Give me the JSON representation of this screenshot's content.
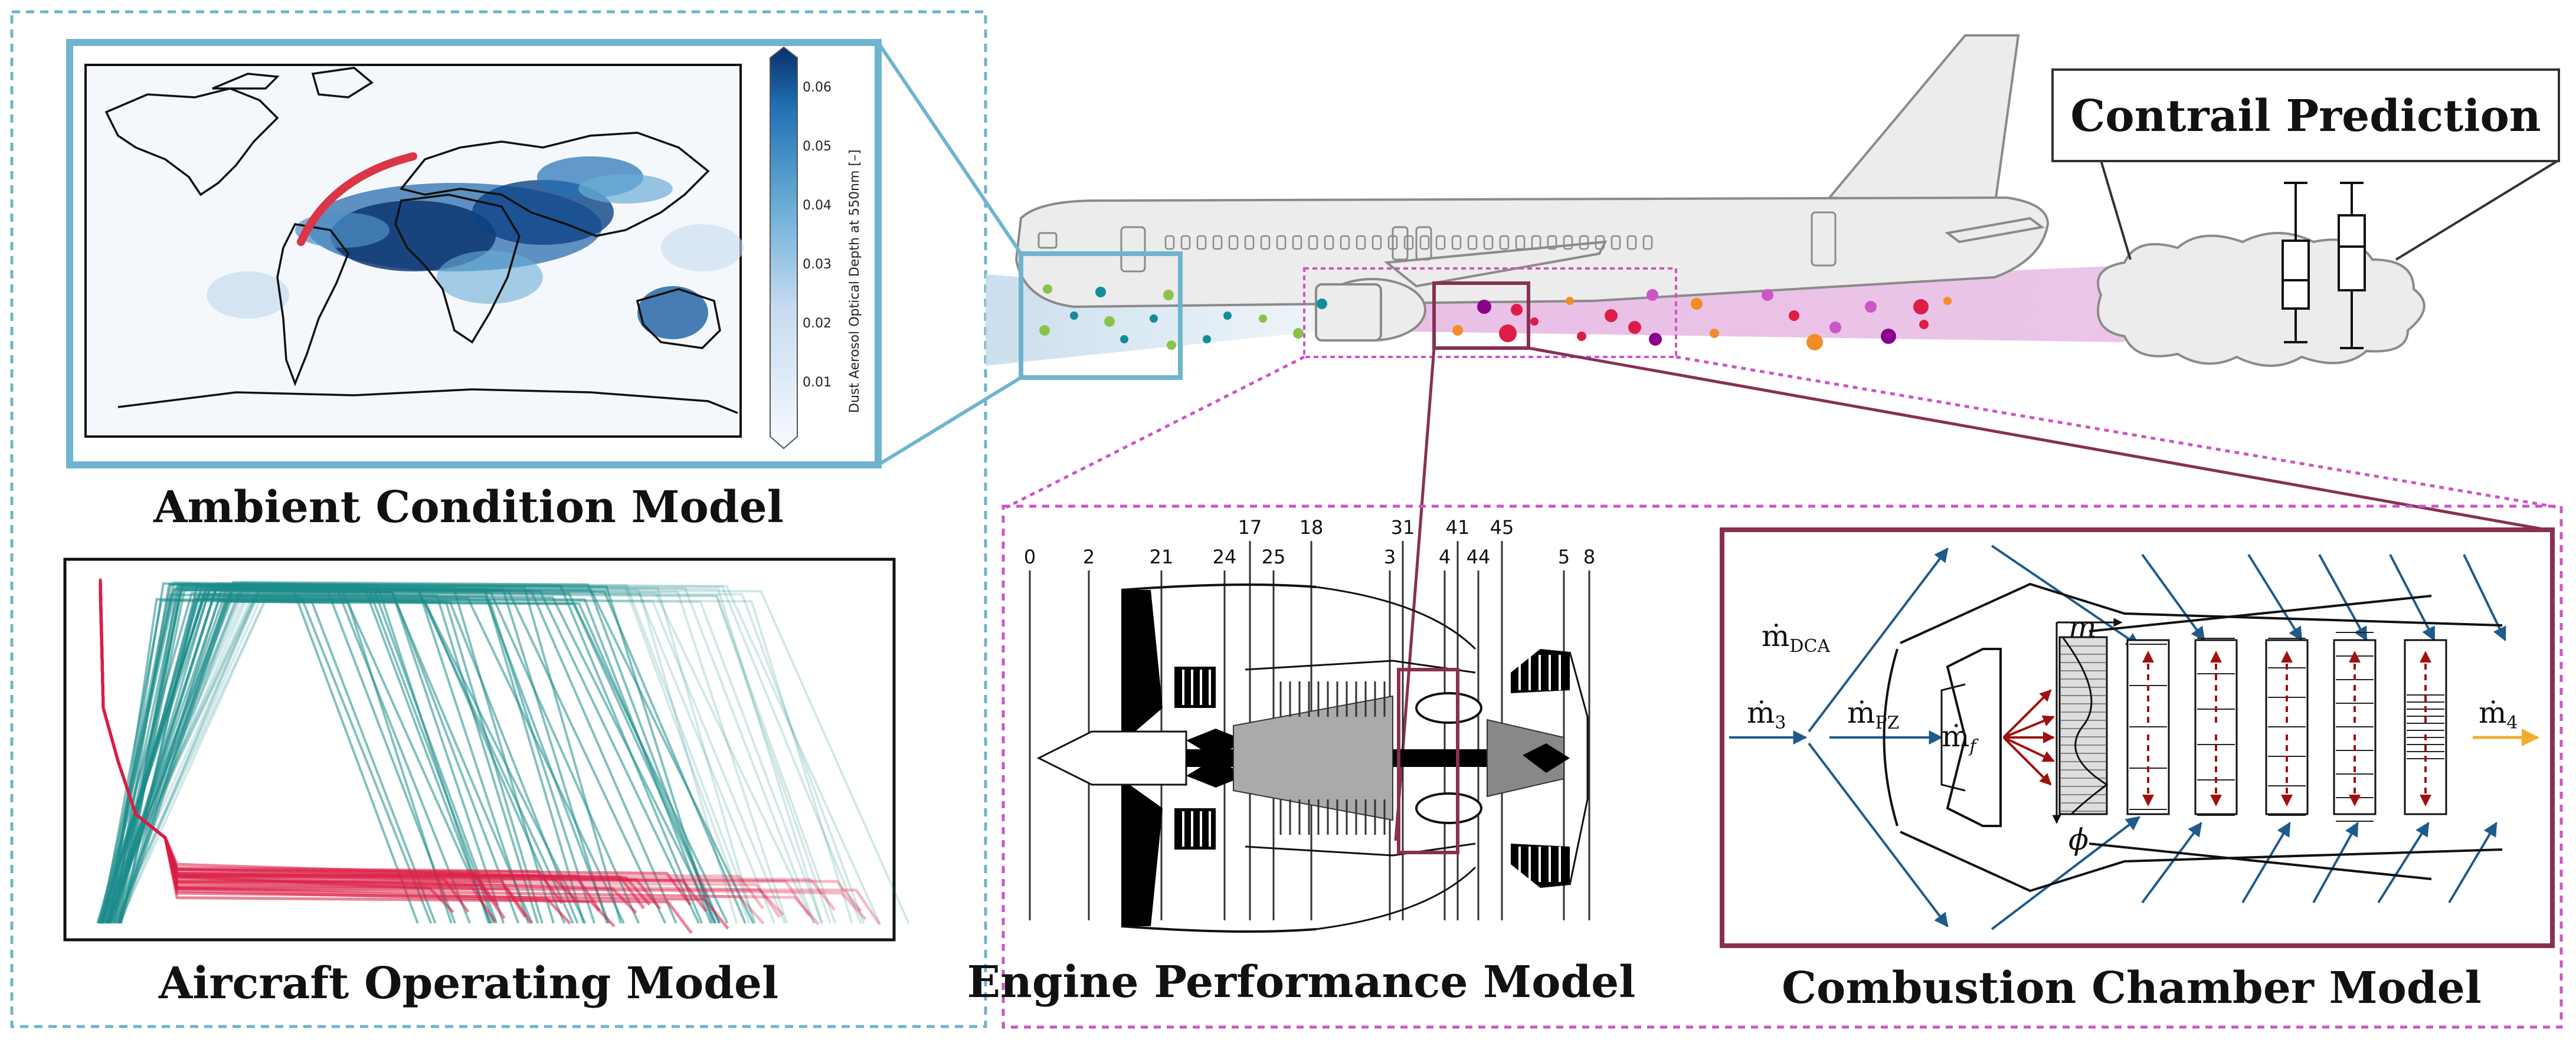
{
  "panels": {
    "ambient": {
      "title": "Ambient Condition Model"
    },
    "aircraft": {
      "title": "Aircraft Operating Model"
    },
    "engine": {
      "title": "Engine Performance Model"
    },
    "combustion": {
      "title": "Combustion Chamber Model"
    },
    "contrail": {
      "title": "Contrail Prediction"
    }
  },
  "colorbar": {
    "label": "Dust Aerosol Optical Depth at  550nm [–]",
    "ticks": [
      "0.06",
      "0.05",
      "0.04",
      "0.03",
      "0.02",
      "0.01"
    ],
    "colors": {
      "low": "#f7fbff",
      "mid": "#6baed6",
      "high": "#08306b"
    }
  },
  "engine_stations": {
    "labels": [
      "0",
      "2",
      "21",
      "24",
      "17",
      "25",
      "18",
      "3",
      "31",
      "4",
      "41",
      "44",
      "45",
      "5",
      "8"
    ]
  },
  "combustor": {
    "m_dca": "ṁ",
    "m_dca_sub": "DCA",
    "m3": "ṁ",
    "m3_sub": "3",
    "m_pz": "ṁ",
    "m_pz_sub": "PZ",
    "m_f": "ṁ",
    "m_f_sub": "f",
    "m4": "ṁ",
    "m4_sub": "4",
    "m_profile": "m",
    "phi": "ϕ"
  },
  "colors": {
    "ambient_frame": "#6fb4cf",
    "engine_frame": "#cc55c8",
    "combustor_frame": "#883054",
    "flight_red": "#dc1d45",
    "flight_teal": "#1c8c8a",
    "arrow_blue": "#1e5b8c",
    "arrow_red": "#a01010",
    "arrow_orange": "#f0ad30"
  }
}
